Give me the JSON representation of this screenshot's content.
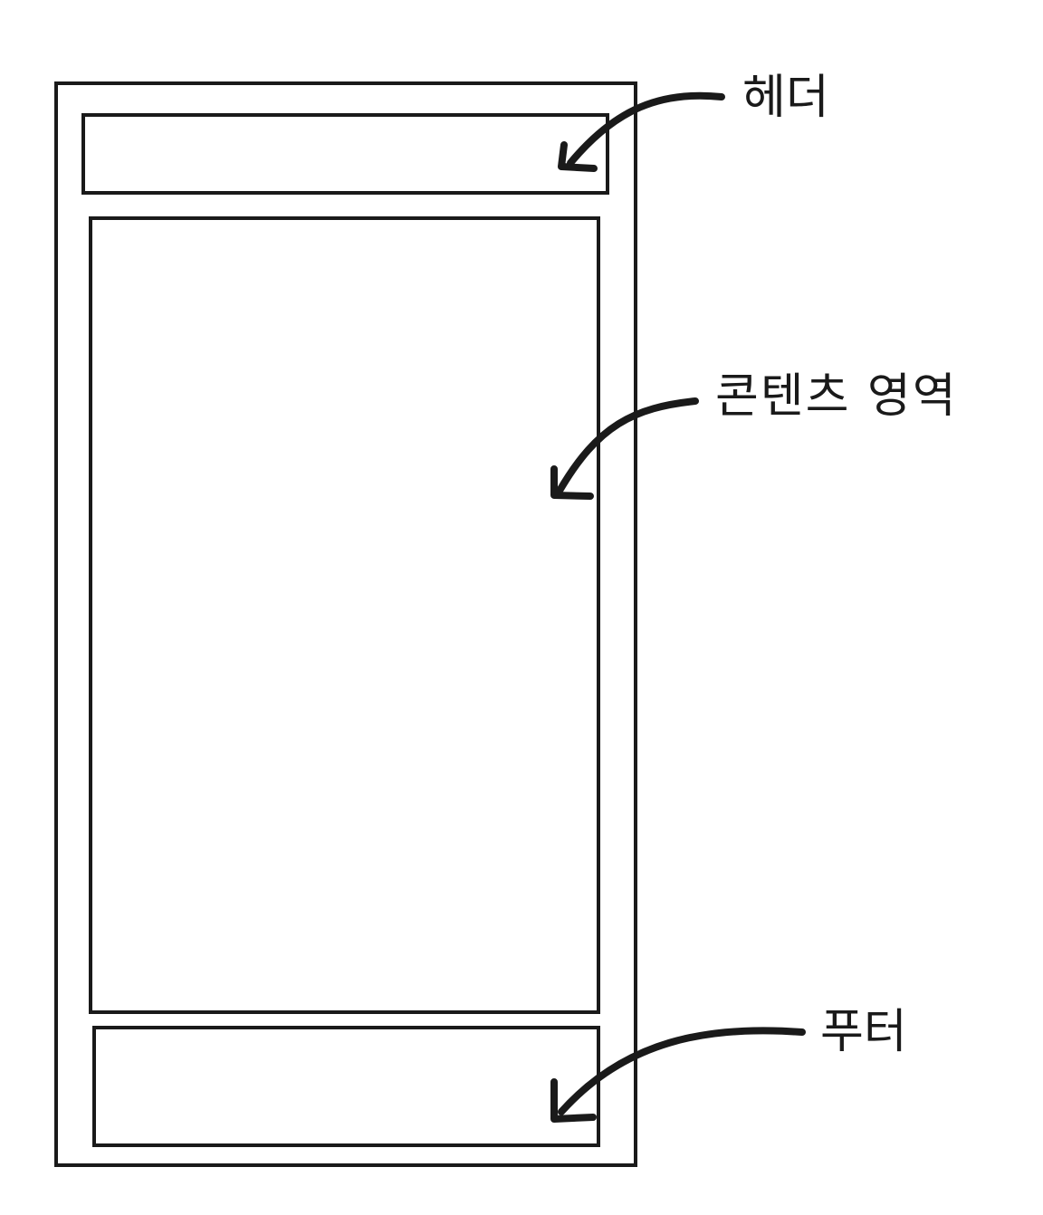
{
  "labels": {
    "header": "헤더",
    "content": "콘텐츠 영역",
    "footer": "푸터"
  },
  "colors": {
    "stroke": "#1a1a1a",
    "background": "#ffffff"
  }
}
